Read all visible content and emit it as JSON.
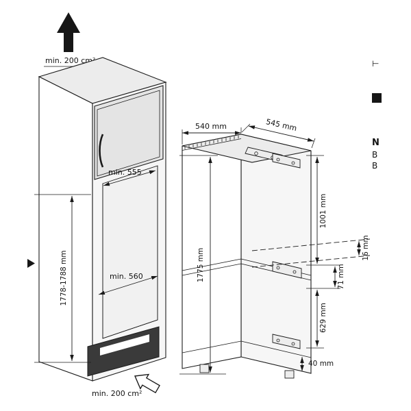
{
  "colors": {
    "line": "#161616",
    "vent_dark": "#3a3a3a"
  },
  "cabinet": {
    "top_vent": "min. 200 cm²",
    "bottom_vent": "min. 200 cm²",
    "niche_width": "min. 555",
    "niche_height": "1778-1788 mm",
    "niche_depth": "min. 560"
  },
  "appliance": {
    "width": "540 mm",
    "depth": "545 mm",
    "height": "1775 mm",
    "upper_height": "1001 mm",
    "clearance_top": "16 mm",
    "clearance_hinge": "71 mm",
    "lower_height": "629 mm",
    "plinth": "40 mm"
  },
  "page_edge": {
    "fragment_top": "⊢",
    "fragment_n": "N",
    "fragment_b1": "B",
    "fragment_b2": "B"
  }
}
